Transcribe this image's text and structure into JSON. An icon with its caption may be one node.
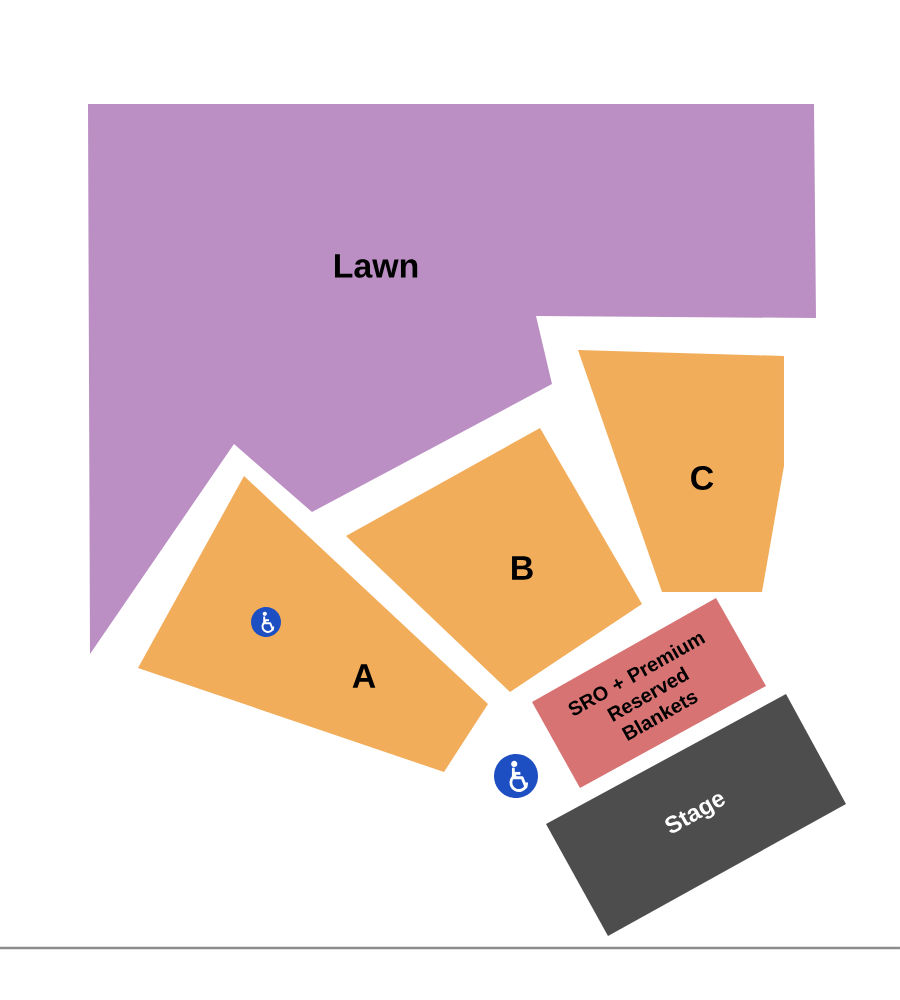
{
  "diagram": {
    "nodes": [
      {
        "text": [
          "Lawn"
        ]
      },
      {
        "text": [
          "A"
        ]
      },
      {
        "text": [
          "B"
        ]
      },
      {
        "text": [
          "C"
        ]
      },
      {
        "text": [
          "SRO + Premium Reserved Blankets"
        ]
      },
      {
        "text": [
          "Stage"
        ]
      }
    ]
  }
}
